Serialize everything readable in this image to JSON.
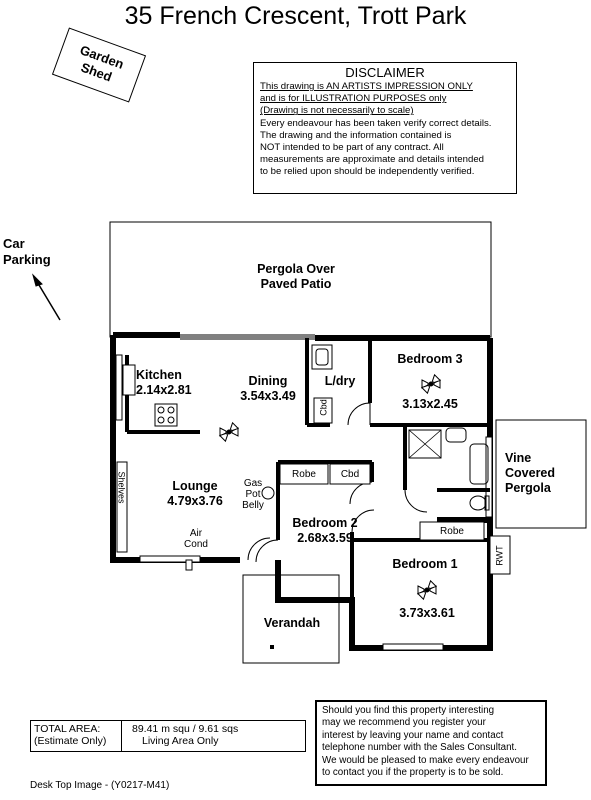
{
  "title": "35 French Crescent, Trott Park",
  "garden_shed": [
    "Garden",
    "Shed"
  ],
  "disclaimer": {
    "heading": "DISCLAIMER",
    "lines": [
      "This drawing is AN ARTISTS IMPRESSION ONLY",
      "and is for ILLUSTRATION PURPOSES only",
      "(Drawing is not necessarily to scale)",
      "Every endeavour has been taken verify correct details.",
      "The drawing and the information contained is",
      "NOT intended to be part of any contract.  All",
      "measurements are approximate and details intended",
      "to be relied upon should be independently verified."
    ]
  },
  "car_parking": [
    "Car",
    "Parking"
  ],
  "rooms": {
    "pergola": [
      "Pergola Over",
      "Paved Patio"
    ],
    "kitchen": [
      "Kitchen",
      "2.14x2.81"
    ],
    "dining": [
      "Dining",
      "3.54x3.49"
    ],
    "laundry": "L/dry",
    "laundry_cbd": "Cbd",
    "bedroom3": [
      "Bedroom 3",
      "3.13x2.45"
    ],
    "vine": [
      "Vine",
      "Covered",
      "Pergola"
    ],
    "lounge": [
      "Lounge",
      "4.79x3.76"
    ],
    "shelves": "Shelves",
    "gas_pot_belly": [
      "Gas",
      "Pot",
      "Belly"
    ],
    "robe": "Robe",
    "cbd": "Cbd",
    "bedroom2": [
      "Bedroom 2",
      "2.68x3.59"
    ],
    "air_cond": [
      "Air",
      "Cond"
    ],
    "robe2": "Robe",
    "rwt": "RWT",
    "bedroom1": [
      "Bedroom 1",
      "3.73x3.61"
    ],
    "verandah": "Verandah"
  },
  "total_area": {
    "label_lines": [
      "TOTAL AREA:",
      "(Estimate Only)"
    ],
    "value_lines": [
      "89.41 m squ /  9.61 sqs",
      "Living Area Only"
    ]
  },
  "contact_lines": [
    "Should you find this property interesting",
    "may we recommend you register your",
    "interest by leaving your name and contact",
    "telephone number with the Sales Consultant.",
    "We would be pleased to make every endeavour",
    "to contact you if the property is to be sold."
  ],
  "footer": "Desk Top Image - (Y0217-M41)"
}
